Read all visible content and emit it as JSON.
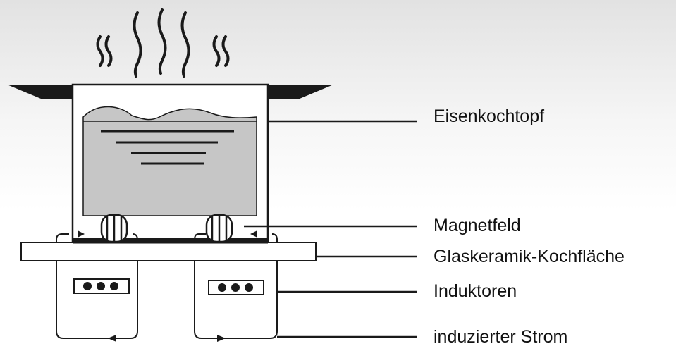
{
  "labels": {
    "pot": "Eisenkochtopf",
    "magnetic_field": "Magnetfeld",
    "cooktop": "Glaskeramik-Kochfläche",
    "inductors": "Induktoren",
    "induced_current": "induzierter Strom"
  },
  "colors": {
    "line": "#1a1a1a",
    "liquid": "#c6c6c6",
    "background_top": "#e2e2e2",
    "background_bottom": "#ffffff"
  },
  "icons": {
    "steam": "steam-wave-icon",
    "coil": "coil-icon",
    "arrow": "arrowhead-icon"
  }
}
